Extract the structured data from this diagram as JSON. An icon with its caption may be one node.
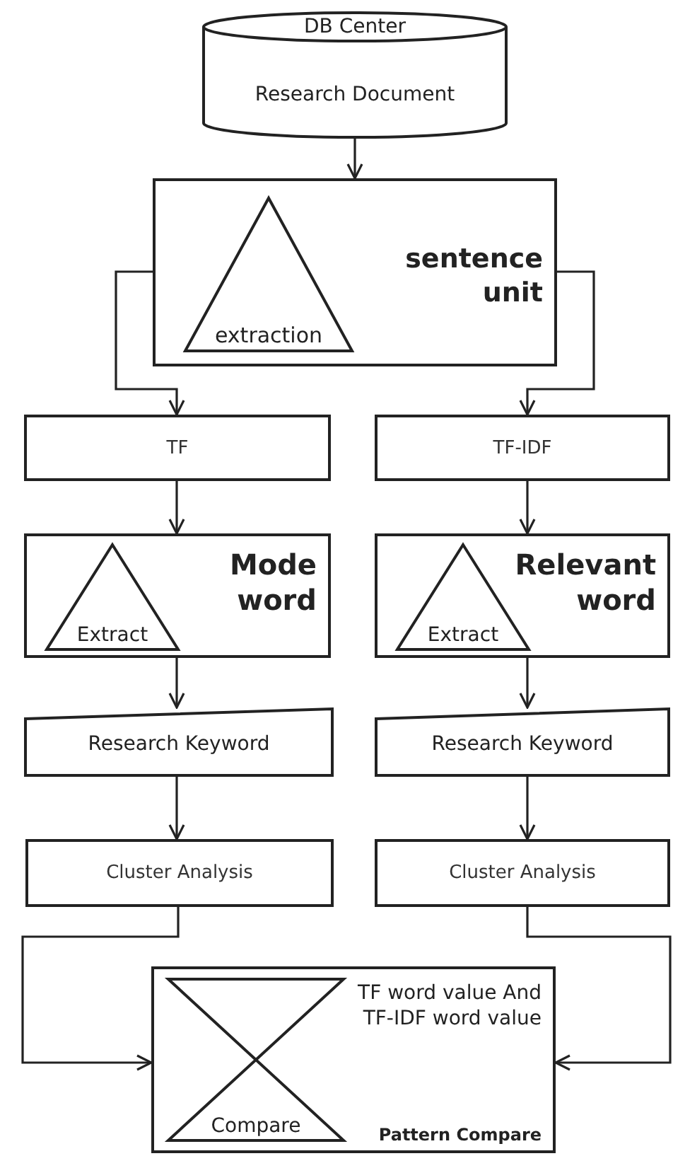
{
  "diagram": {
    "nodes": [
      {
        "text": [
          "DB Center",
          "Research Document"
        ]
      },
      {
        "text": [
          "sentence unit"
        ]
      },
      {
        "text": [
          "extraction"
        ],
        "in": 1
      },
      {
        "text": [
          "TF"
        ]
      },
      {
        "text": [
          "TF-IDF"
        ]
      },
      {
        "text": [
          "Mode word"
        ]
      },
      {
        "text": [
          "Extract"
        ],
        "in": 5
      },
      {
        "text": [
          "Relevant word"
        ]
      },
      {
        "text": [
          "Extract"
        ],
        "in": 7
      },
      {
        "text": [
          "Research Keyword"
        ]
      },
      {
        "text": [
          "Research Keyword"
        ]
      },
      {
        "text": [
          "Cluster Analysis"
        ]
      },
      {
        "text": [
          "Cluster Analysis"
        ]
      },
      {
        "text": [
          "TF word value And TF-IDF word value",
          "Pattern Compare"
        ]
      },
      {
        "text": [
          "Compare"
        ],
        "in": 13
      }
    ],
    "edges": [
      {
        "from": 0,
        "to": 1,
        "arrow": "to"
      },
      {
        "from": 1,
        "to": 3,
        "arrow": "to"
      },
      {
        "from": 1,
        "to": 4,
        "arrow": "to"
      },
      {
        "from": 3,
        "to": 5,
        "arrow": "to"
      },
      {
        "from": 4,
        "to": 7,
        "arrow": "to"
      },
      {
        "from": 5,
        "to": 9,
        "arrow": "to"
      },
      {
        "from": 7,
        "to": 10,
        "arrow": "to"
      },
      {
        "from": 9,
        "to": 11,
        "arrow": "to"
      },
      {
        "from": 10,
        "to": 12,
        "arrow": "to"
      },
      {
        "from": 11,
        "to": 13,
        "arrow": "to"
      },
      {
        "from": 12,
        "to": 13,
        "arrow": "to"
      }
    ]
  }
}
